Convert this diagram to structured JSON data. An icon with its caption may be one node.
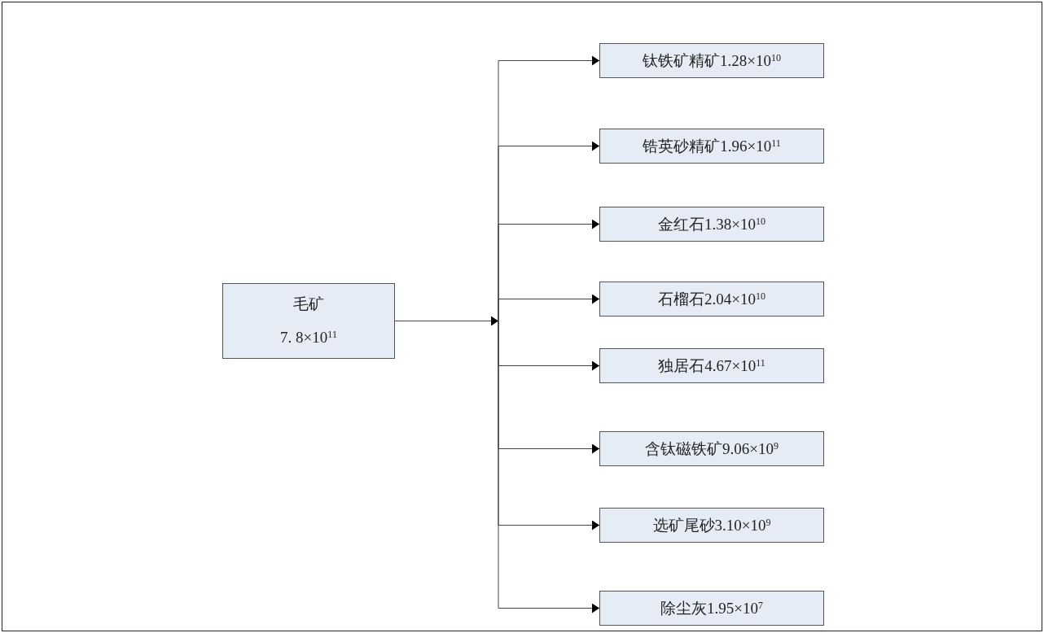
{
  "diagram": {
    "nodes": [
      {
        "text": [
          "毛矿",
          "7. 8×10$^{11}$"
        ]
      },
      {
        "text": [
          "钛铁矿精矿1.28×10$^{10}$"
        ]
      },
      {
        "text": [
          "锆英砂精矿1.96×10$^{11}$"
        ]
      },
      {
        "text": [
          "金红石1.38×10$^{10}$"
        ]
      },
      {
        "text": [
          "石榴石2.04×10$^{10}$"
        ]
      },
      {
        "text": [
          "独居石4.67×10$^{11}$"
        ]
      },
      {
        "text": [
          "含钛磁铁矿9.06×10$^{9}$"
        ]
      },
      {
        "text": [
          "选矿尾砂3.10×10$^{9}$"
        ]
      },
      {
        "text": [
          "除尘灰1.95×10$^{7}$"
        ]
      }
    ],
    "edges": [
      {
        "from": 0,
        "to": 1,
        "arrow": "to"
      },
      {
        "from": 0,
        "to": 2,
        "arrow": "to"
      },
      {
        "from": 0,
        "to": 3,
        "arrow": "to"
      },
      {
        "from": 0,
        "to": 4,
        "arrow": "to"
      },
      {
        "from": 0,
        "to": 5,
        "arrow": "to"
      },
      {
        "from": 0,
        "to": 6,
        "arrow": "to"
      },
      {
        "from": 0,
        "to": 7,
        "arrow": "to"
      },
      {
        "from": 0,
        "to": 8,
        "arrow": "to"
      }
    ]
  }
}
